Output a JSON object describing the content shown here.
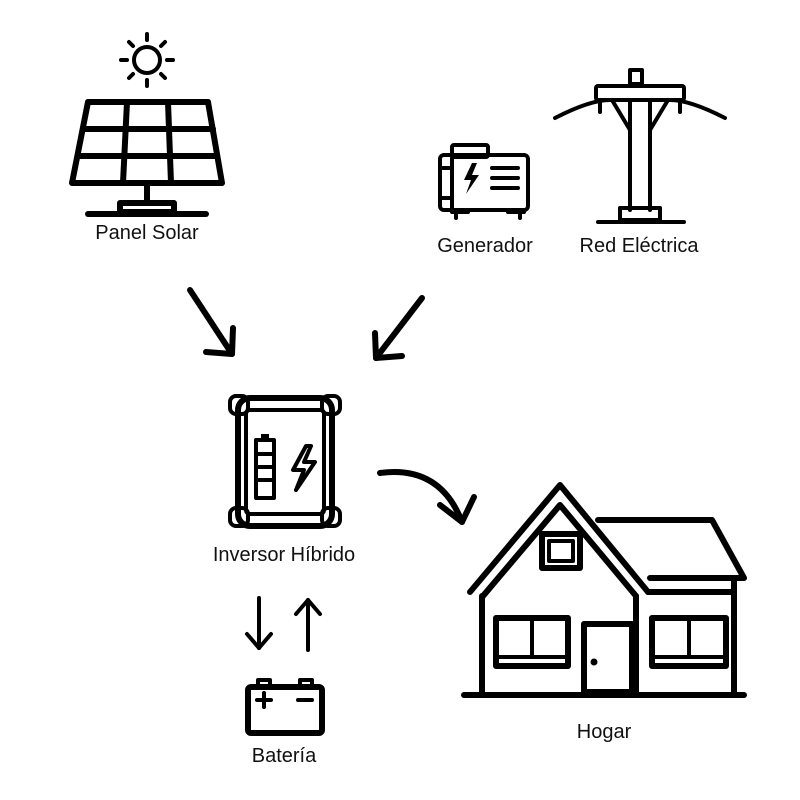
{
  "labels": {
    "solar": "Panel Solar",
    "generator": "Generador",
    "grid": "Red Eléctrica",
    "inverter": "Inversor Híbrido",
    "home": "Hogar",
    "battery": "Batería"
  },
  "colors": {
    "stroke": "#000000",
    "background": "#ffffff"
  },
  "icons": [
    "sun-icon",
    "solar-panel-icon",
    "generator-icon",
    "power-pole-icon",
    "inverter-icon",
    "house-icon",
    "battery-icon"
  ]
}
